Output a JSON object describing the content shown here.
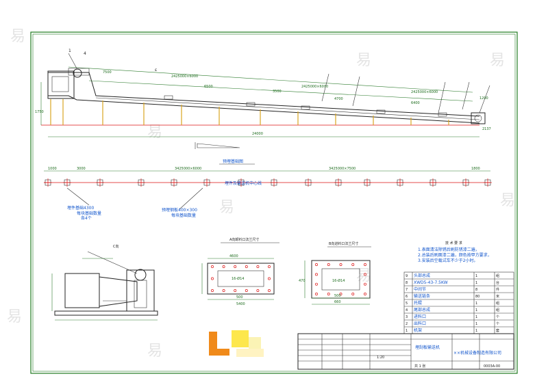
{
  "watermark": "易",
  "main_view": {
    "labels": {
      "callout_tl": "1",
      "callout_tl2": "4",
      "angle": "ε",
      "dim_top_1": "7500",
      "dim_top_2": "2425000×6000",
      "dim_top_3": "6500",
      "dim_top_4": "3500",
      "dim_top_5": "2425000×6000",
      "dim_top_6": "4700",
      "dim_top_7": "2425000×6000",
      "dim_top_8": "6400",
      "dim_right": "1200",
      "dim_bottom": "24000",
      "dim_head_h": "1750",
      "dim_tail": "2137"
    }
  },
  "section_label": "预埋基础图",
  "layout_view": {
    "dims": [
      "1000",
      "3000",
      "3425000×6000",
      "3425000×7500",
      "1800"
    ],
    "center_label": "埋件及输送机中心线",
    "note_1": "埋件基础4300",
    "note_1b": "每块基础数量",
    "note_1c": "各4个",
    "note_2": "预埋钢板400×300",
    "note_2b": "每块基础数量"
  },
  "view_c": {
    "title": "C向"
  },
  "view_a": {
    "title": "A向卸料口法兰尺寸",
    "dims": [
      "4600",
      "500",
      "5400"
    ],
    "inner": "16-Ø14"
  },
  "view_b": {
    "title": "B向进料口法兰尺寸",
    "dims": [
      "500",
      "660",
      "470"
    ],
    "inner": "16-Ø14"
  },
  "tech": {
    "title": "技 术 要 求",
    "lines": [
      "1.表面清洁除锈后刷防锈漆二遍，",
      "2.总装后刷面漆二遍，颜色按甲方要求，",
      "3.安装后空载试车不少于2小时。"
    ]
  },
  "parts": {
    "rows": [
      [
        "9",
        "头部总成",
        "1",
        "组"
      ],
      [
        "8",
        "XWD5-43-7.5KW",
        "1",
        "台"
      ],
      [
        "7",
        "中间节",
        "8",
        "件"
      ],
      [
        "6",
        "输送链条",
        "80",
        "米"
      ],
      [
        "5",
        "托辊",
        "1",
        "组"
      ],
      [
        "4",
        "尾部总成",
        "1",
        "组"
      ],
      [
        "3",
        "进料口",
        "1",
        "个"
      ],
      [
        "2",
        "出料口",
        "1",
        "个"
      ],
      [
        "1",
        "机架",
        "1",
        "套"
      ]
    ]
  },
  "titleblock": {
    "product": "埋刮板输送机",
    "company": "××机械设备制造有限公司",
    "drawing_no": "0003A-00",
    "scale": "1:20",
    "sheet": "共 1 张"
  },
  "colors": {
    "frame": "#1f7a1f",
    "leg": "#d9a520",
    "red": "#d11111",
    "ink": "#222222"
  }
}
